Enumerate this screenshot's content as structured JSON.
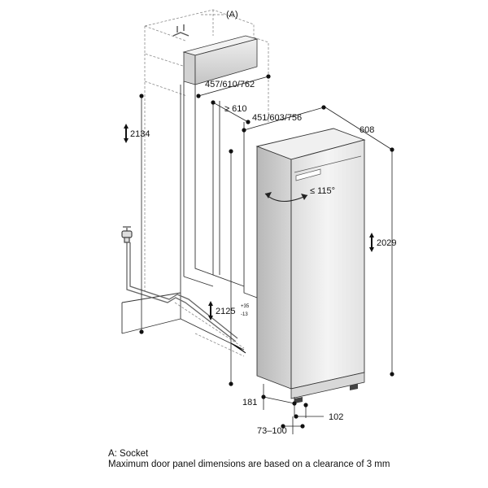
{
  "callouts": {
    "socket_marker": "(A)"
  },
  "dimensions": {
    "niche_width": "457/610/762",
    "niche_depth": "≥ 610",
    "appliance_width_options": "451/603/756",
    "appliance_depth": "608",
    "door_opening_angle": "≤ 115°",
    "niche_height": "2134",
    "appliance_height": "2029",
    "installed_height": "2125",
    "installed_height_tolerance_plus": "+35",
    "installed_height_tolerance_minus": "-13",
    "plinth_depth": "181",
    "plinth_height": "102",
    "plinth_setback": "73–100"
  },
  "legend": {
    "socket_note": "A: Socket",
    "panel_note": "Maximum door panel dimensions are based on a clearance of 3 mm"
  }
}
